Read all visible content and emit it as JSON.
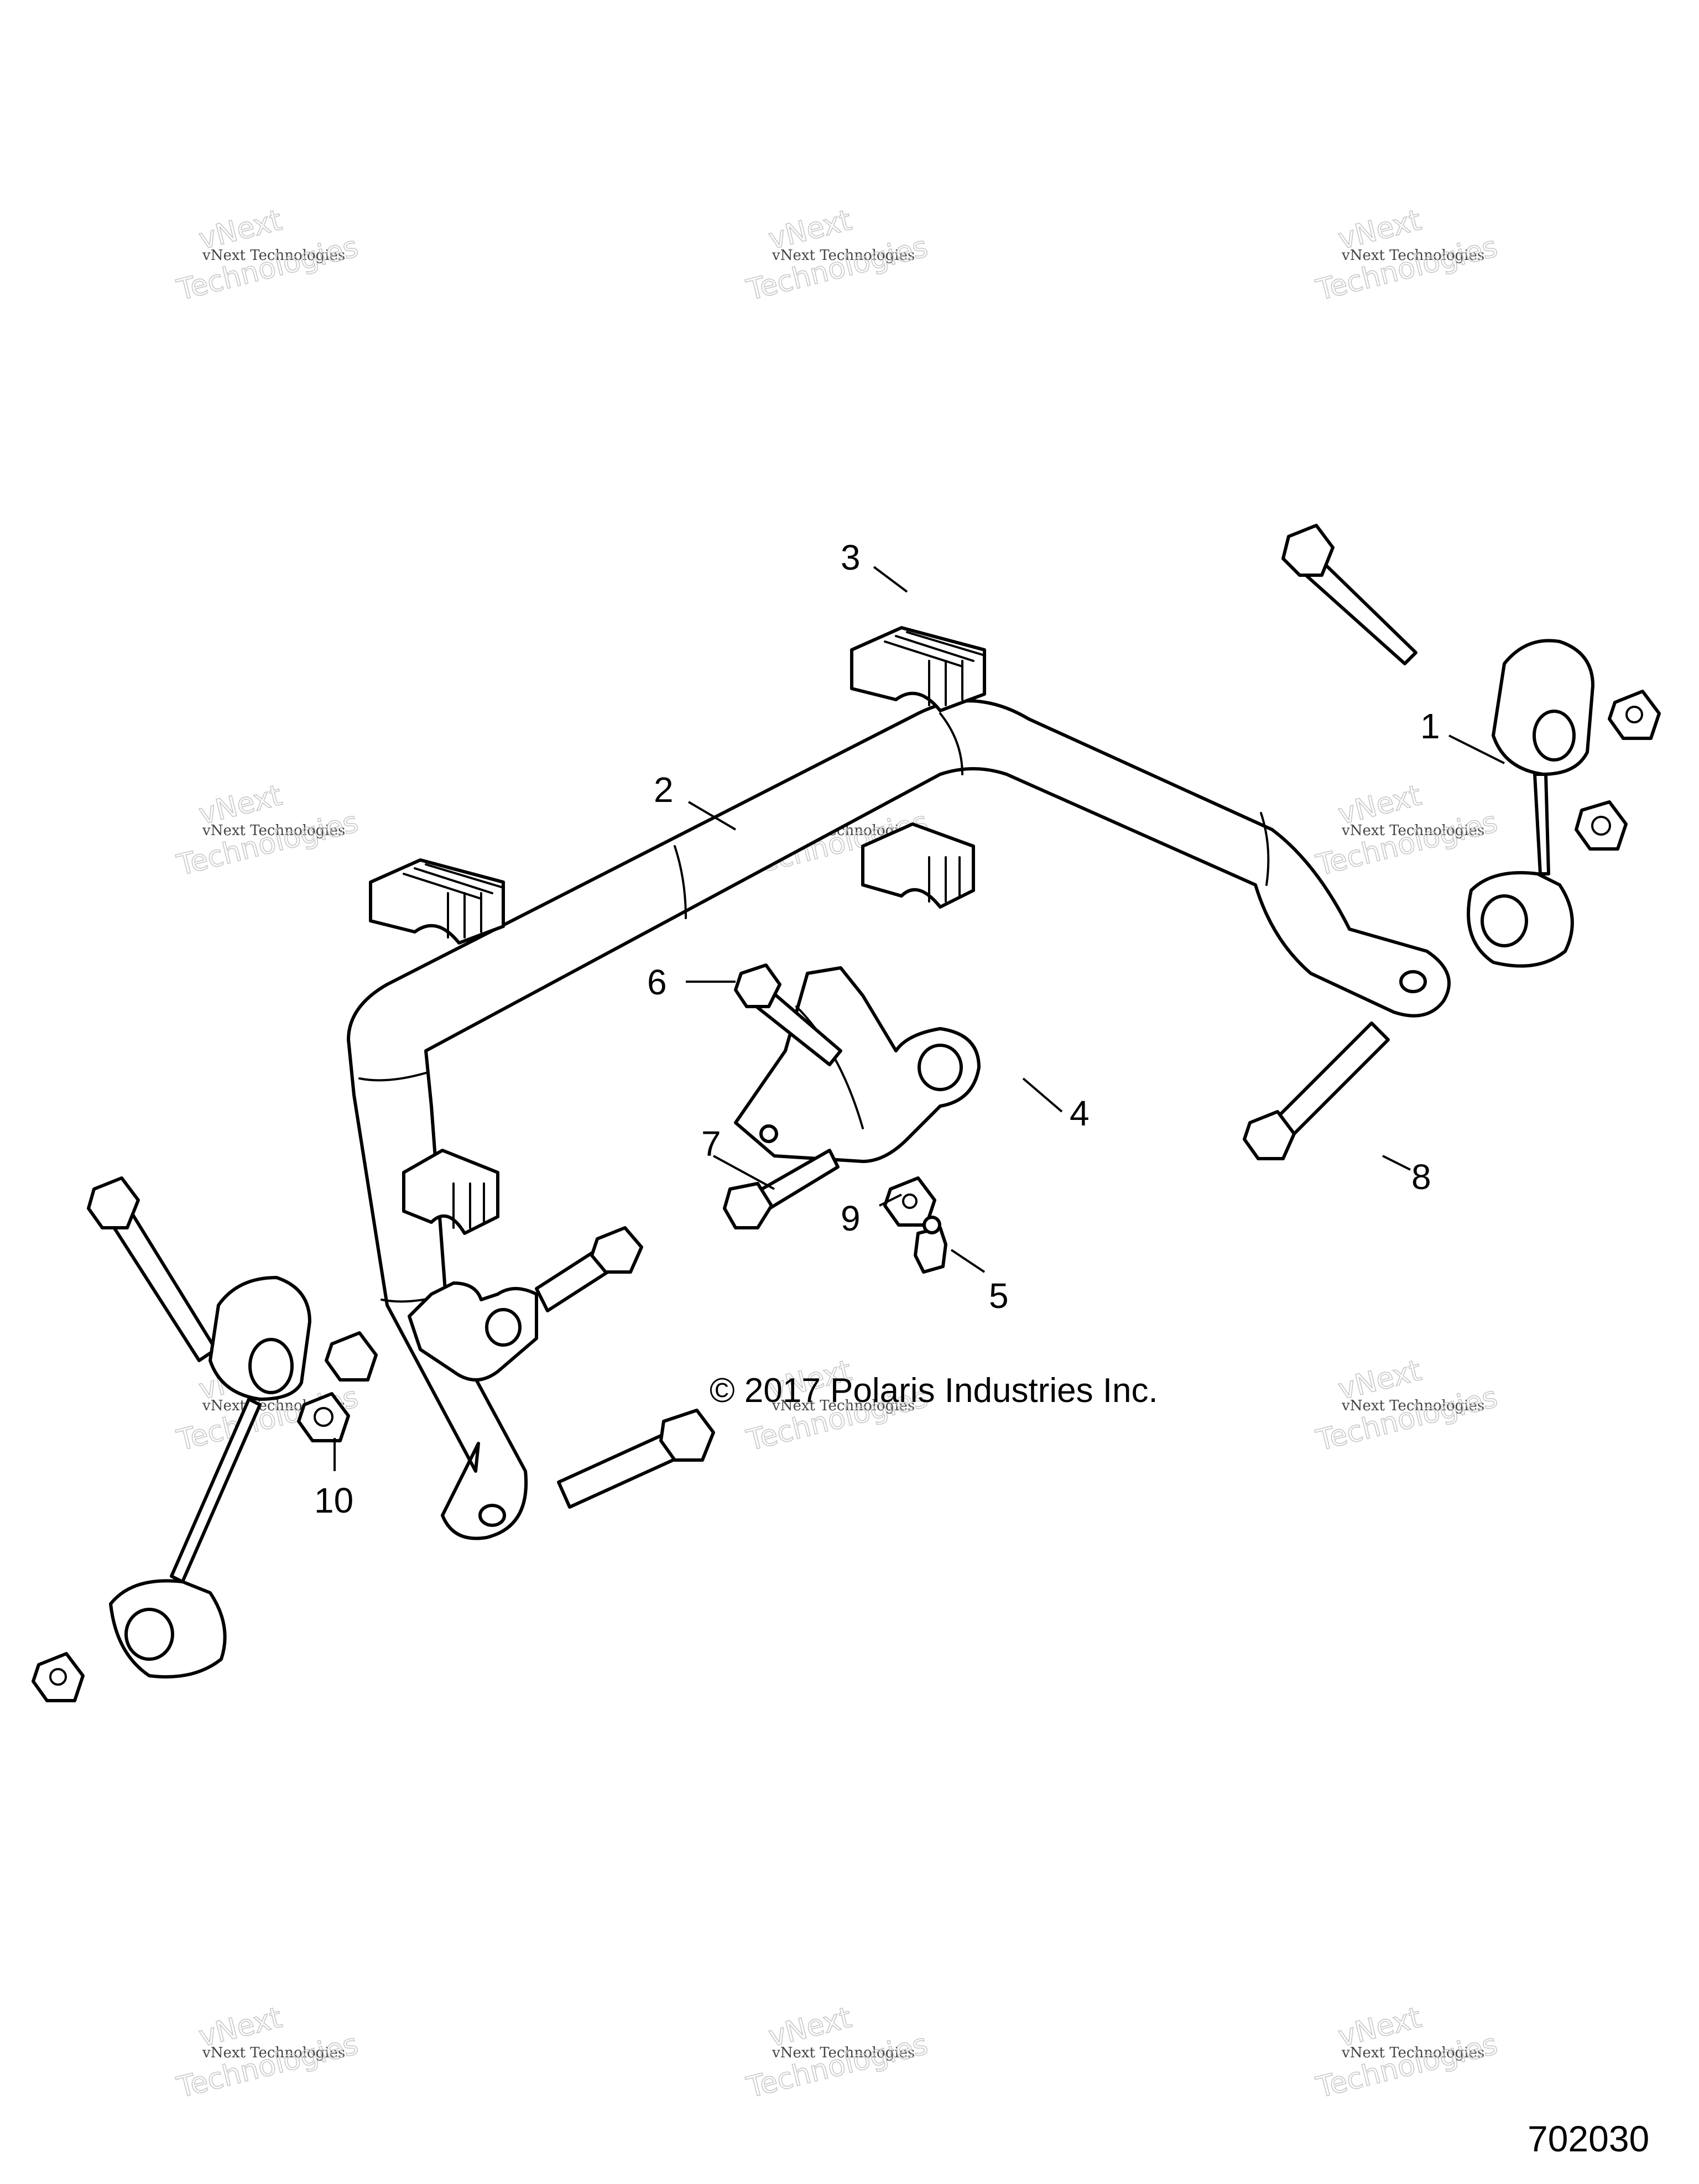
{
  "diagram": {
    "callouts": [
      {
        "label": "1"
      },
      {
        "label": "2"
      },
      {
        "label": "3"
      },
      {
        "label": "4"
      },
      {
        "label": "5"
      },
      {
        "label": "6"
      },
      {
        "label": "7"
      },
      {
        "label": "8"
      },
      {
        "label": "9"
      },
      {
        "label": "10"
      }
    ],
    "copyright": "© 2017 Polaris Industries Inc.",
    "drawing_number": "702030"
  },
  "watermark": {
    "small": "vNext Technologies",
    "large_line1": "vNext",
    "large_line2": "Technologies"
  }
}
